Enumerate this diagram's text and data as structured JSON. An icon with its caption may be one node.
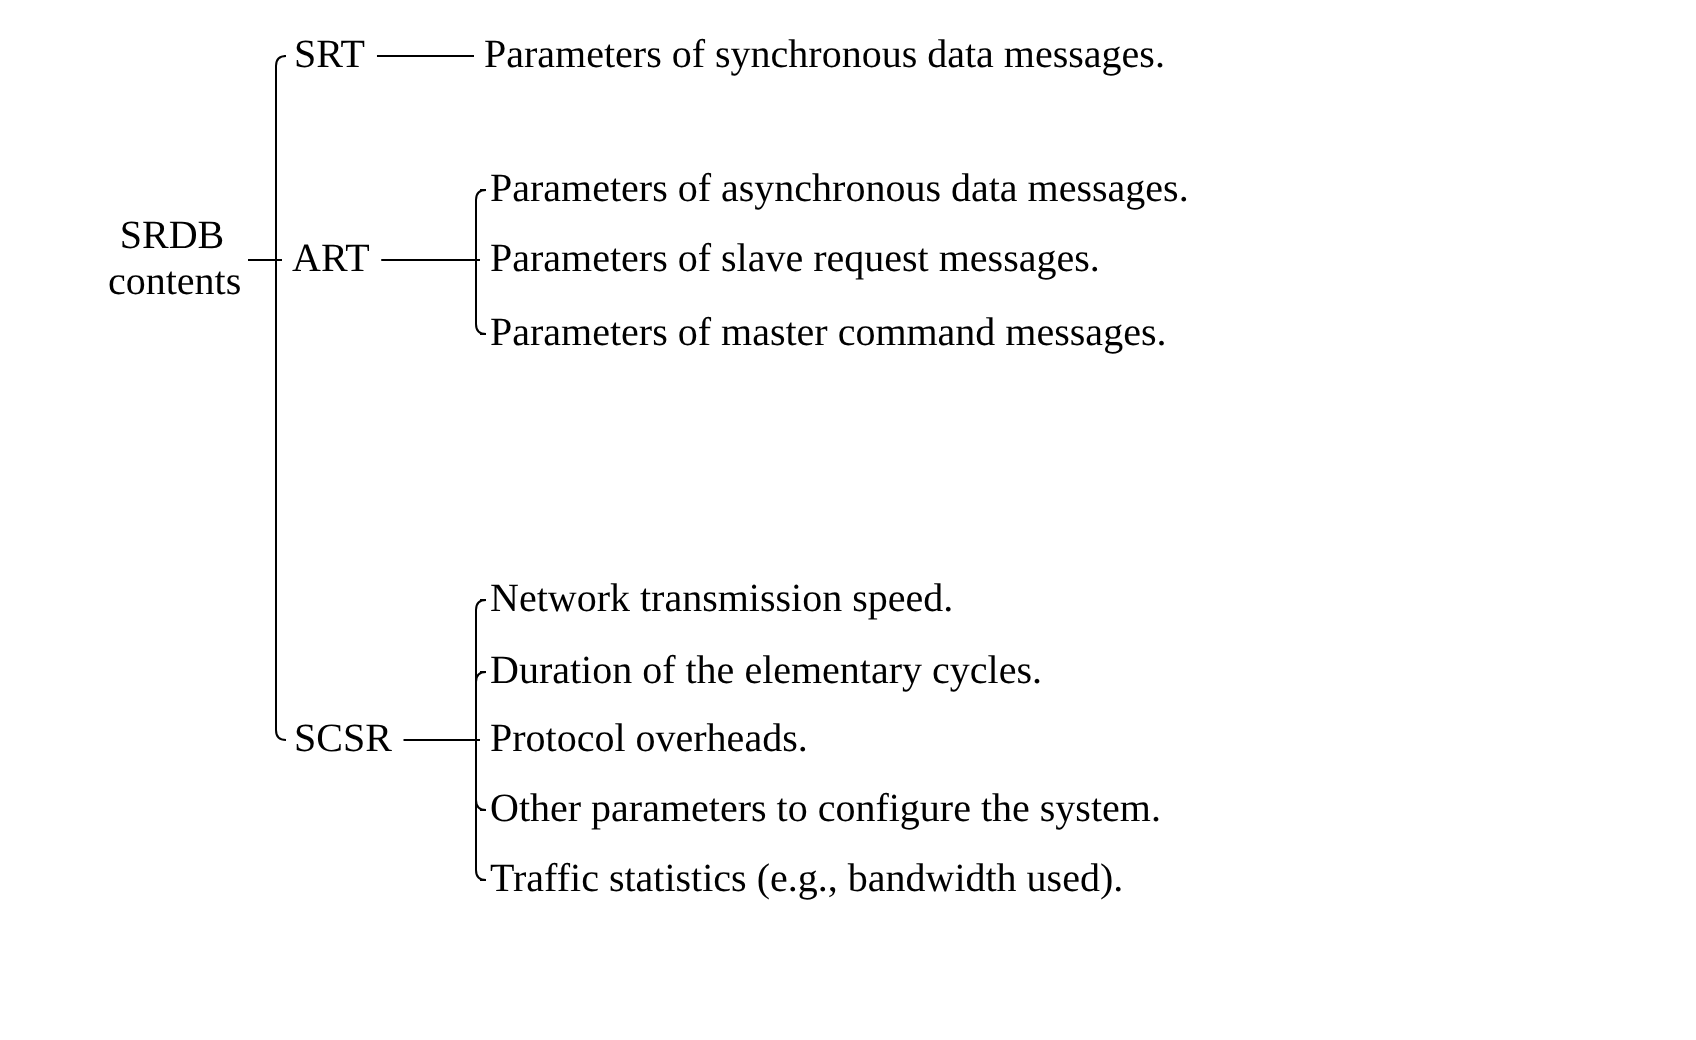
{
  "diagram": {
    "nodes": [
      {
        "text": [
          "SRDB contents"
        ]
      },
      {
        "text": [
          "SRT"
        ]
      },
      {
        "text": [
          "ART"
        ]
      },
      {
        "text": [
          "SCSR"
        ]
      },
      {
        "text": [
          "Parameters of synchronous data messages."
        ]
      },
      {
        "text": [
          "Parameters of asynchronous data messages."
        ]
      },
      {
        "text": [
          "Parameters of slave request messages."
        ]
      },
      {
        "text": [
          "Parameters of master command messages."
        ]
      },
      {
        "text": [
          "Network transmission speed."
        ]
      },
      {
        "text": [
          "Duration of the elementary cycles."
        ]
      },
      {
        "text": [
          "Protocol overheads."
        ]
      },
      {
        "text": [
          "Other parameters to configure the system."
        ]
      },
      {
        "text": [
          "Traffic statistics (e.g., bandwidth used)."
        ]
      }
    ],
    "edges": [
      {
        "from": 0,
        "to": 1,
        "arrow": "none"
      },
      {
        "from": 0,
        "to": 2,
        "arrow": "none"
      },
      {
        "from": 0,
        "to": 3,
        "arrow": "none"
      },
      {
        "from": 1,
        "to": 4,
        "arrow": "none"
      },
      {
        "from": 2,
        "to": 5,
        "arrow": "none"
      },
      {
        "from": 2,
        "to": 6,
        "arrow": "none"
      },
      {
        "from": 2,
        "to": 7,
        "arrow": "none"
      },
      {
        "from": 3,
        "to": 8,
        "arrow": "none"
      },
      {
        "from": 3,
        "to": 9,
        "arrow": "none"
      },
      {
        "from": 3,
        "to": 10,
        "arrow": "none"
      },
      {
        "from": 3,
        "to": 11,
        "arrow": "none"
      },
      {
        "from": 3,
        "to": 12,
        "arrow": "none"
      }
    ]
  }
}
